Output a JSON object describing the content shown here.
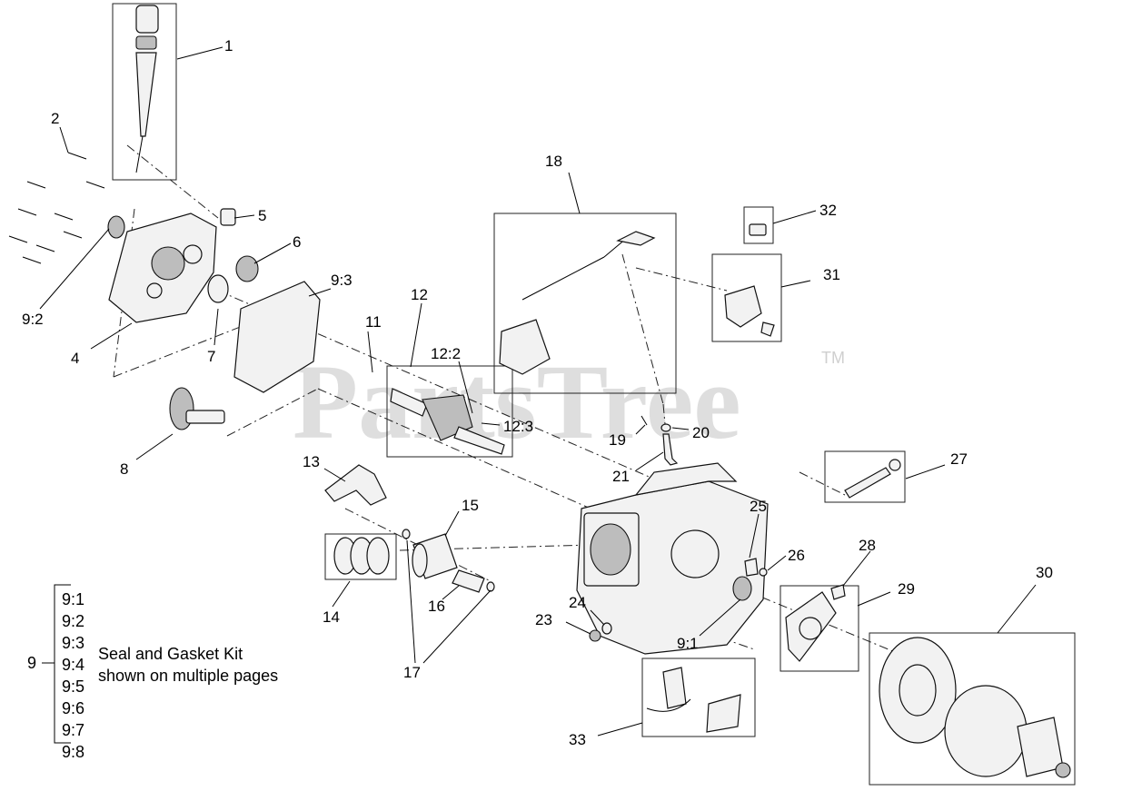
{
  "watermark": {
    "text": "PartsTree",
    "tm": "TM"
  },
  "callouts": {
    "c1": "1",
    "c2": "2",
    "c4": "4",
    "c5": "5",
    "c6": "6",
    "c7": "7",
    "c8": "8",
    "c9_2": "9:2",
    "c9_3": "9:3",
    "c9_1": "9:1",
    "c11": "11",
    "c12": "12",
    "c12_2": "12:2",
    "c12_3": "12:3",
    "c13": "13",
    "c14": "14",
    "c15": "15",
    "c16": "16",
    "c17": "17",
    "c18": "18",
    "c19": "19",
    "c20": "20",
    "c21": "21",
    "c23": "23",
    "c24": "24",
    "c25": "25",
    "c26": "26",
    "c27": "27",
    "c28": "28",
    "c29": "29",
    "c30": "30",
    "c31": "31",
    "c32": "32",
    "c33": "33"
  },
  "legend": {
    "number": "9",
    "items": [
      "9:1",
      "9:2",
      "9:3",
      "9:4",
      "9:5",
      "9:6",
      "9:7",
      "9:8"
    ],
    "description_line1": "Seal and Gasket Kit",
    "description_line2": "shown on multiple pages"
  }
}
